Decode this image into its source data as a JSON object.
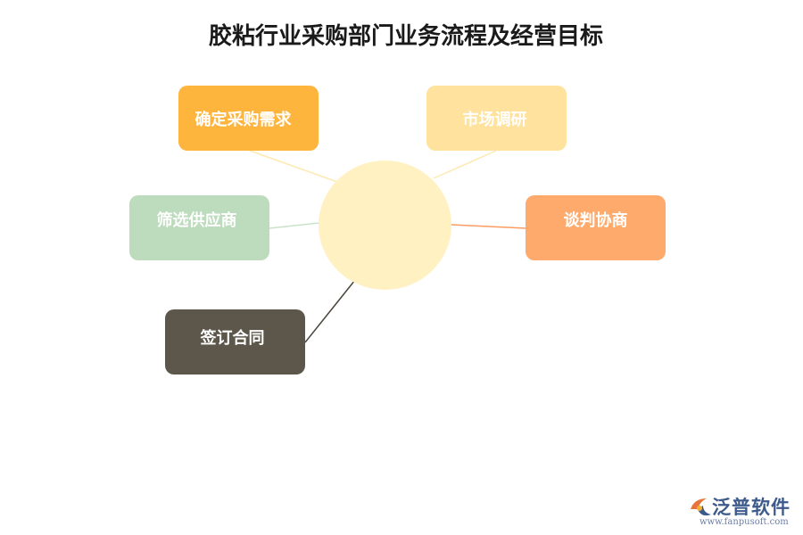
{
  "title": "胶粘行业采购部门业务流程及经营目标",
  "center": {
    "label": "",
    "color": "#fff1c2"
  },
  "nodes": [
    {
      "key": "demand",
      "label": "确定采购需求",
      "color": "#fdb53e",
      "line_color": "#fde9b3"
    },
    {
      "key": "market",
      "label": "市场调研",
      "color": "#ffe29e",
      "line_color": "#fde9b3"
    },
    {
      "key": "supplier",
      "label": "筛选供应商",
      "color": "#bddbbd",
      "line_color": "#c9e3c9"
    },
    {
      "key": "negotiate",
      "label": "谈判协商",
      "color": "#feaa6c",
      "line_color": "#fb9c63"
    },
    {
      "key": "contract",
      "label": "签订合同",
      "color": "#5c574a",
      "line_color": "#4a463c"
    }
  ],
  "logo": {
    "name": "泛普软件",
    "url": "www.fanpusoft.com",
    "icon": "fanpu-logo-icon"
  }
}
